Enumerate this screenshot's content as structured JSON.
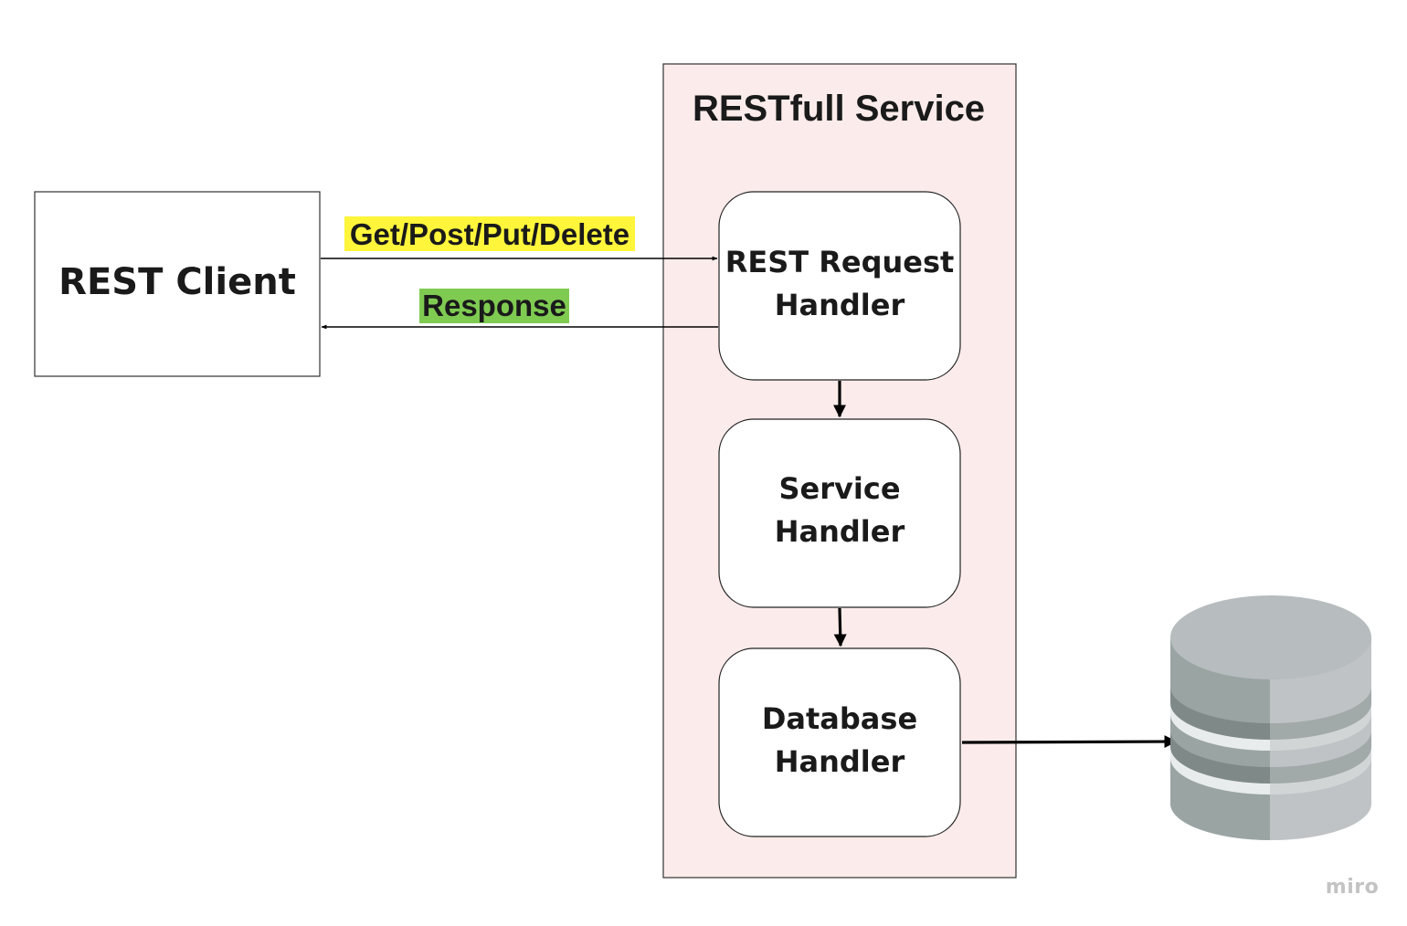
{
  "client": {
    "title": "REST Client"
  },
  "service": {
    "title": "RESTfull Service",
    "fill": "#fbeceb",
    "handlers": [
      {
        "line1": "REST Request",
        "line2": "Handler"
      },
      {
        "line1": "Service",
        "line2": "Handler"
      },
      {
        "line1": "Database",
        "line2": "Handler"
      }
    ]
  },
  "arrows": {
    "request": {
      "label": "Get/Post/Put/Delete",
      "highlight": "#fff53b"
    },
    "response": {
      "label": "Response",
      "highlight": "#7fcb52"
    }
  },
  "database": {
    "icon": "database-icon"
  },
  "watermark": "miro"
}
